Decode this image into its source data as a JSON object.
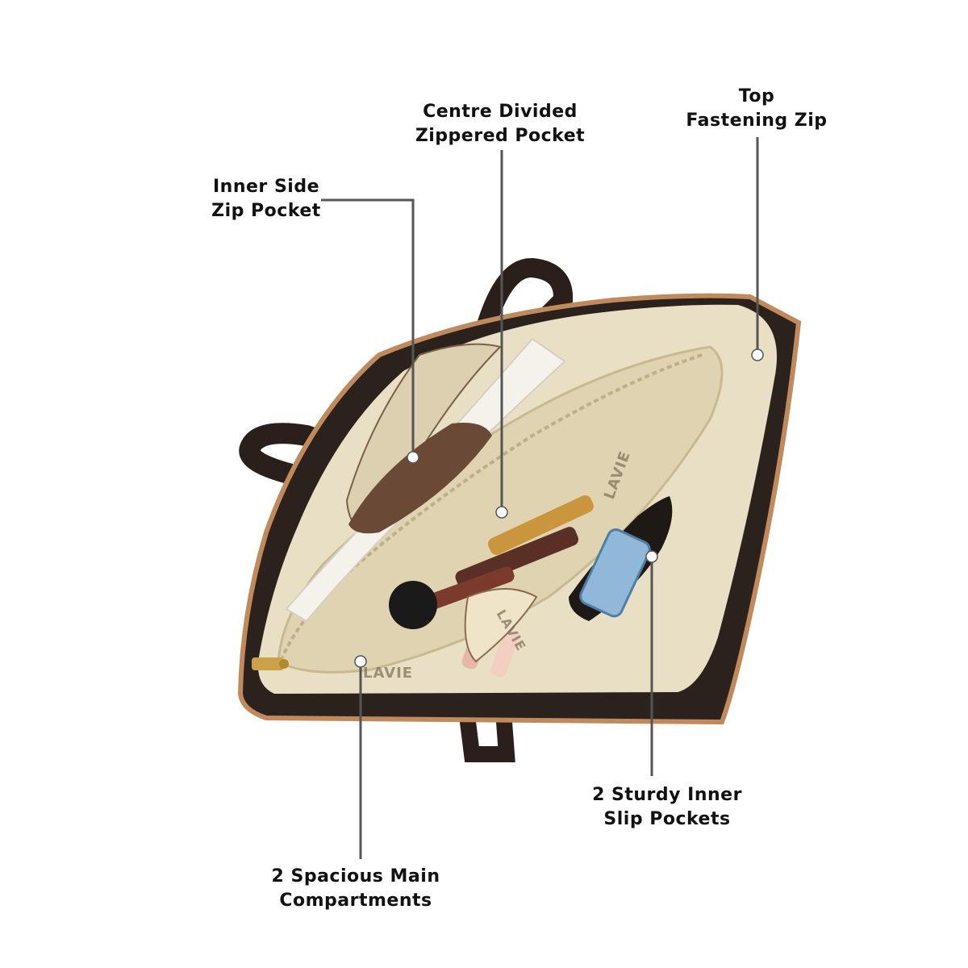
{
  "callouts": {
    "inner_side_zip_pocket": {
      "line1": "Inner Side",
      "line2": "Zip Pocket"
    },
    "centre_divided_zippered_pocket": {
      "line1": "Centre Divided",
      "line2": "Zippered Pocket"
    },
    "top_fastening_zip": {
      "line1": "Top",
      "line2": "Fastening Zip"
    },
    "sturdy_inner_slip_pockets": {
      "line1": "2 Sturdy Inner",
      "line2": "Slip Pockets"
    },
    "spacious_main_compartments": {
      "line1": "2 Spacious Main",
      "line2": "Compartments"
    }
  },
  "lining_logo": "LAVIE",
  "colors": {
    "bag_leather": "#2b221d",
    "bag_edge": "#c08a5c",
    "lining": "#e9dfc4",
    "callout_line": "#555555",
    "callout_dot": "#ffffff"
  }
}
